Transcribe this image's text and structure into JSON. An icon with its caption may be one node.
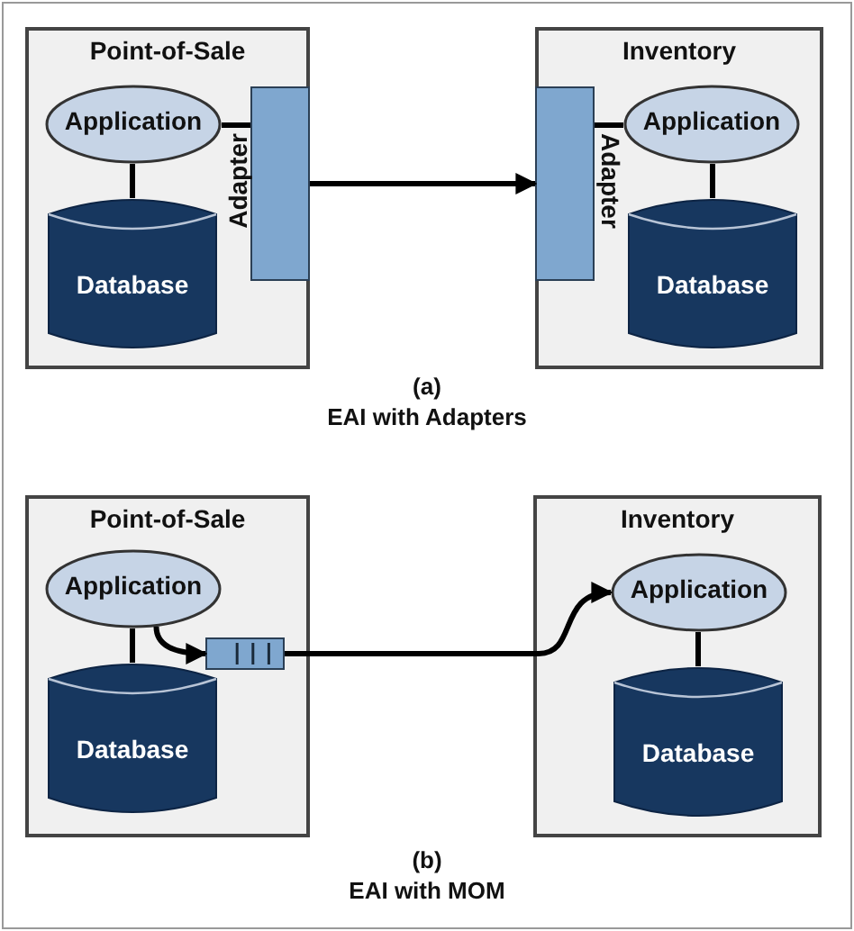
{
  "diagram": {
    "nodes": [
      {
        "text": [
          "Point-of-Sale"
        ]
      },
      {
        "text": [
          "Application"
        ],
        "in": 0
      },
      {
        "text": [
          "Database"
        ],
        "in": 0
      },
      {
        "text": [
          "Adapter"
        ],
        "in": 0
      },
      {
        "text": [
          "Inventory"
        ]
      },
      {
        "text": [
          "Adapter"
        ],
        "in": 4
      },
      {
        "text": [
          "Application"
        ],
        "in": 4
      },
      {
        "text": [
          "Database"
        ],
        "in": 4
      },
      {
        "text": [
          "Point-of-Sale"
        ]
      },
      {
        "text": [
          "Application"
        ],
        "in": 8
      },
      {
        "text": [
          "Database"
        ],
        "in": 8
      },
      {
        "text": [],
        "shape": "box",
        "in": 8
      },
      {
        "text": [
          "Inventory"
        ]
      },
      {
        "text": [
          "Application"
        ],
        "in": 12
      },
      {
        "text": [
          "Database"
        ],
        "in": 12
      }
    ],
    "edges": [
      {
        "from": 1,
        "to": 2,
        "arrow": "none"
      },
      {
        "from": 1,
        "to": 3,
        "arrow": "none"
      },
      {
        "from": 3,
        "to": 5,
        "arrow": "to"
      },
      {
        "from": 5,
        "to": 6,
        "arrow": "none"
      },
      {
        "from": 6,
        "to": 7,
        "arrow": "none"
      },
      {
        "from": 9,
        "to": 10,
        "arrow": "none"
      },
      {
        "from": 9,
        "to": 11,
        "arrow": "to"
      },
      {
        "from": 11,
        "to": 13,
        "arrow": "to"
      },
      {
        "from": 13,
        "to": 14,
        "arrow": "none"
      }
    ],
    "labels": [
      "(a)",
      "EAI with Adapters",
      "(b)",
      "EAI with MOM"
    ]
  }
}
